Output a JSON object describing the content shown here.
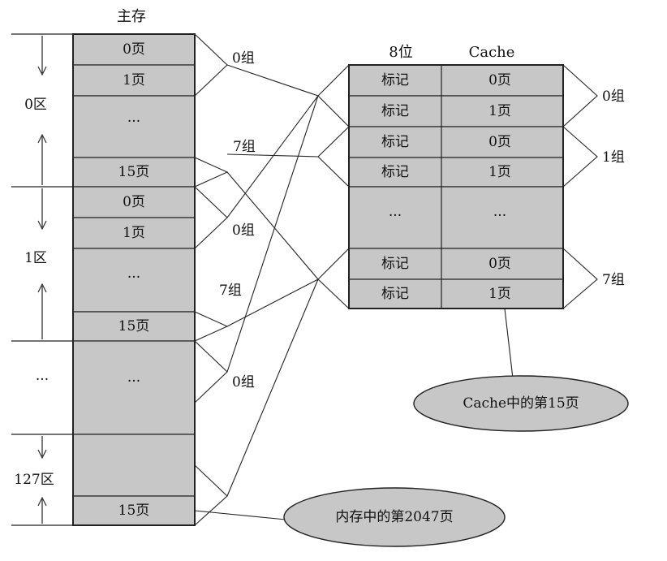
{
  "main_memory": {
    "title": "主存",
    "cells": [
      "0页",
      "1页",
      "···",
      "15页",
      "0页",
      "1页",
      "···",
      "15页",
      "···",
      "",
      "15页"
    ],
    "zones": [
      "0区",
      "1区",
      "···",
      "127区"
    ]
  },
  "cache": {
    "col_tag_header": "8位",
    "col_data_header": "Cache",
    "rows": [
      {
        "tag": "标记",
        "page": "0页"
      },
      {
        "tag": "标记",
        "page": "1页"
      },
      {
        "tag": "标记",
        "page": "0页"
      },
      {
        "tag": "标记",
        "page": "1页"
      },
      {
        "tag": "···",
        "page": "···"
      },
      {
        "tag": "标记",
        "page": "0页"
      },
      {
        "tag": "标记",
        "page": "1页"
      }
    ],
    "groups": [
      "0组",
      "1组",
      "7组"
    ]
  },
  "middle_groups": [
    "0组",
    "7组",
    "0组",
    "7组",
    "0组"
  ],
  "callouts": {
    "cache_page": "Cache中的第15页",
    "memory_page": "内存中的第2047页"
  },
  "colors": {
    "fill": "#c7c7c7",
    "line": "#222222"
  }
}
